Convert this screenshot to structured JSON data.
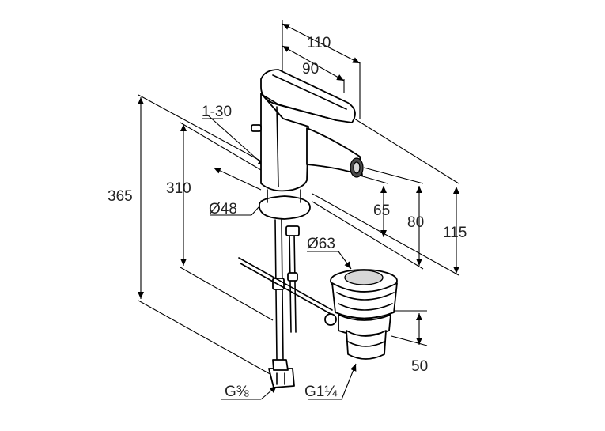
{
  "dimensions": {
    "width_110": "110",
    "width_90": "90",
    "angle": "1-30",
    "height_365": "365",
    "height_310": "310",
    "diameter_48": "Ø48",
    "diameter_63": "Ø63",
    "height_65": "65",
    "height_80": "80",
    "height_115": "115",
    "height_50": "50",
    "thread_g38": "G⅜",
    "thread_g114": "G1¼"
  },
  "colors": {
    "line": "#000000",
    "text": "#222222",
    "shading": "#d7d7d7"
  },
  "icons": [
    "arrowhead-icon"
  ]
}
